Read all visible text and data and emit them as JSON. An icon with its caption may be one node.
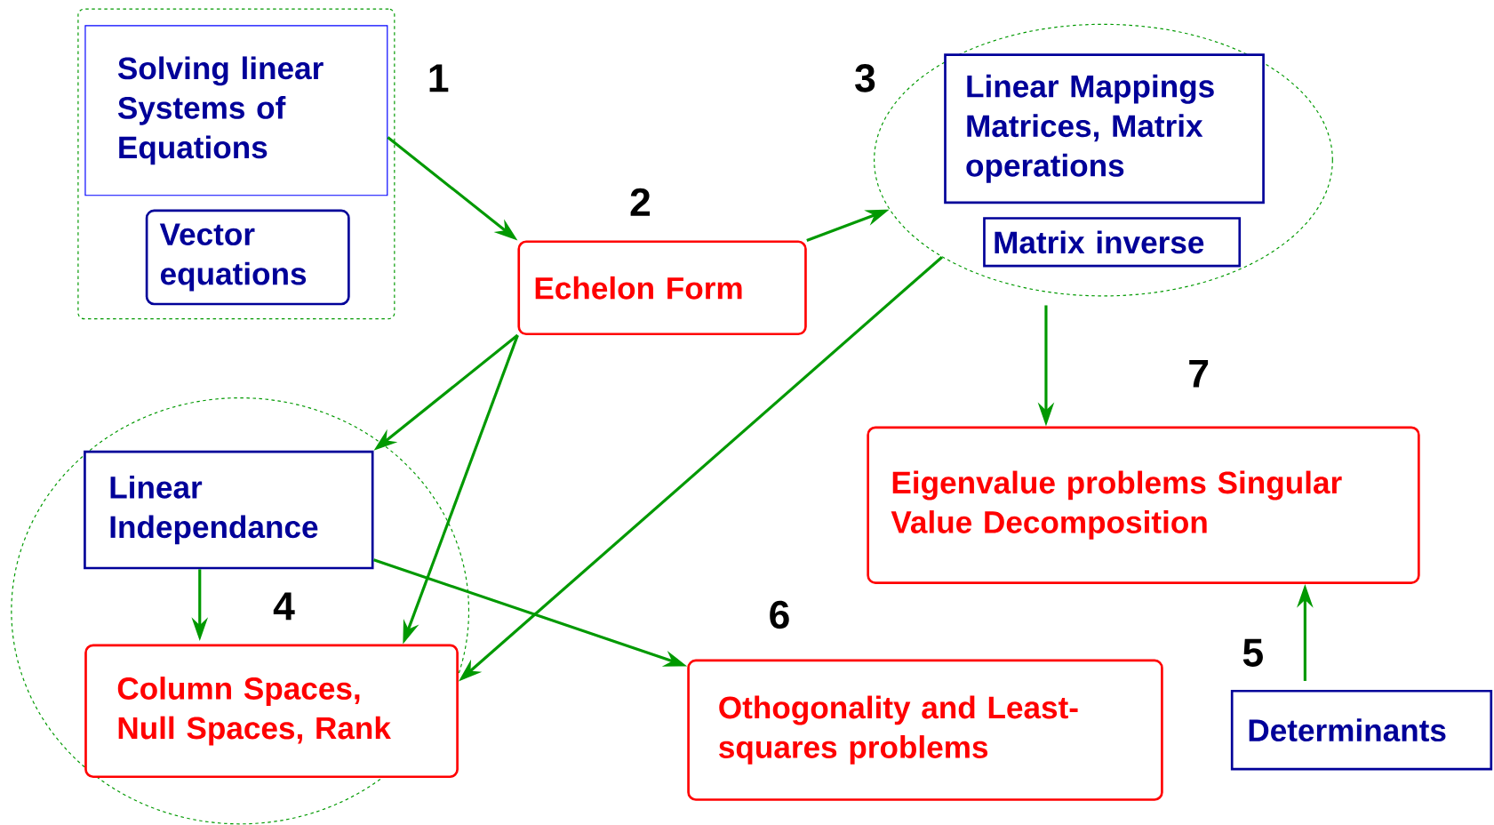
{
  "diagram": {
    "nodes": [
      {
        "text": [],
        "shape": "box",
        "beside": [
          "1"
        ]
      },
      {
        "text": [
          "Solving linear Systems of Equations"
        ],
        "in": 0
      },
      {
        "text": [
          "Vector equations"
        ],
        "in": 0
      },
      {
        "text": [
          "Echelon Form"
        ],
        "beside": [
          "2"
        ]
      },
      {
        "text": [],
        "shape": "ellipse",
        "beside": [
          "3"
        ]
      },
      {
        "text": [
          "Linear Mappings Matrices, Matrix operations"
        ],
        "in": 4
      },
      {
        "text": [
          "Matrix inverse"
        ],
        "in": 4
      },
      {
        "text": [],
        "shape": "ellipse",
        "beside": [
          "4"
        ]
      },
      {
        "text": [
          "Linear Independance"
        ],
        "in": 7
      },
      {
        "text": [
          "Column Spaces, Null Spaces, Rank"
        ],
        "in": 7
      },
      {
        "text": [
          "Othogonality and Least-squares problems"
        ],
        "beside": [
          "6"
        ]
      },
      {
        "text": [
          "Eigenvalue problems Singular Value Decomposition"
        ],
        "beside": [
          "7"
        ]
      },
      {
        "text": [
          "Determinants"
        ],
        "beside": [
          "5"
        ]
      }
    ],
    "edges": [
      {
        "from": 1,
        "to": 3,
        "arrow": "to"
      },
      {
        "from": 3,
        "to": 4,
        "arrow": "to"
      },
      {
        "from": 3,
        "to": 8,
        "arrow": "to"
      },
      {
        "from": 3,
        "to": 9,
        "arrow": "to"
      },
      {
        "from": 4,
        "to": 9,
        "arrow": "to"
      },
      {
        "from": 4,
        "to": 11,
        "arrow": "to"
      },
      {
        "from": 8,
        "to": 9,
        "arrow": "to"
      },
      {
        "from": 8,
        "to": 10,
        "arrow": "to"
      },
      {
        "from": 12,
        "to": 11,
        "arrow": "to"
      }
    ]
  }
}
